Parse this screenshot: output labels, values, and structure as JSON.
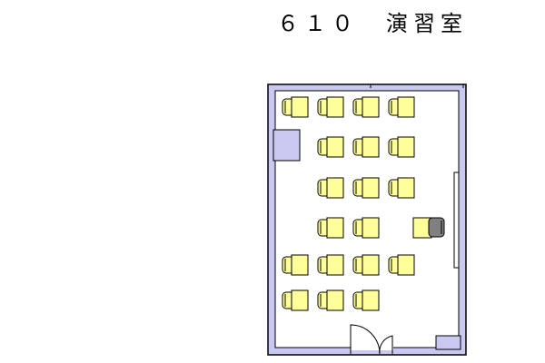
{
  "room": {
    "title": "６１０　演習室"
  },
  "colors": {
    "wall_fill": "#c8c8f0",
    "wall_stroke": "#000000",
    "floor": "#ffffff",
    "desk_fill": "#ffff99",
    "chair_fill": "#ffff99",
    "teacher_chair_fill": "#808080",
    "outline": "#000000"
  },
  "layout_rows": [
    {
      "row": 1,
      "seats": 4
    },
    {
      "row": 2,
      "seats": 3
    },
    {
      "row": 3,
      "seats": 3
    },
    {
      "row": 4,
      "seats": 2
    },
    {
      "row": 5,
      "seats": 4
    },
    {
      "row": 6,
      "seats": 3
    }
  ],
  "features": [
    "whiteboard",
    "door",
    "teacher-desk",
    "pillar"
  ]
}
